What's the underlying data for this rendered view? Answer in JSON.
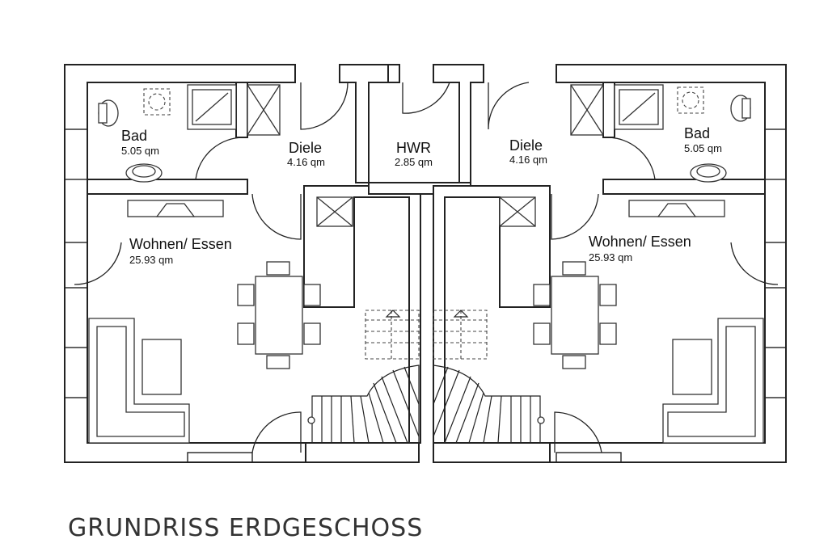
{
  "title": "GRUNDRISS ERDGESCHOSS",
  "rooms": {
    "bad_left": {
      "name": "Bad",
      "area": "5.05 qm"
    },
    "diele_left": {
      "name": "Diele",
      "area": "4.16 qm"
    },
    "hwr": {
      "name": "HWR",
      "area": "2.85 qm"
    },
    "diele_right": {
      "name": "Diele",
      "area": "4.16 qm"
    },
    "bad_right": {
      "name": "Bad",
      "area": "5.05 qm"
    },
    "wohnen_left": {
      "name": "Wohnen/ Essen",
      "area": "25.93 qm"
    },
    "wohnen_right": {
      "name": "Wohnen/ Essen",
      "area": "25.93 qm"
    }
  }
}
